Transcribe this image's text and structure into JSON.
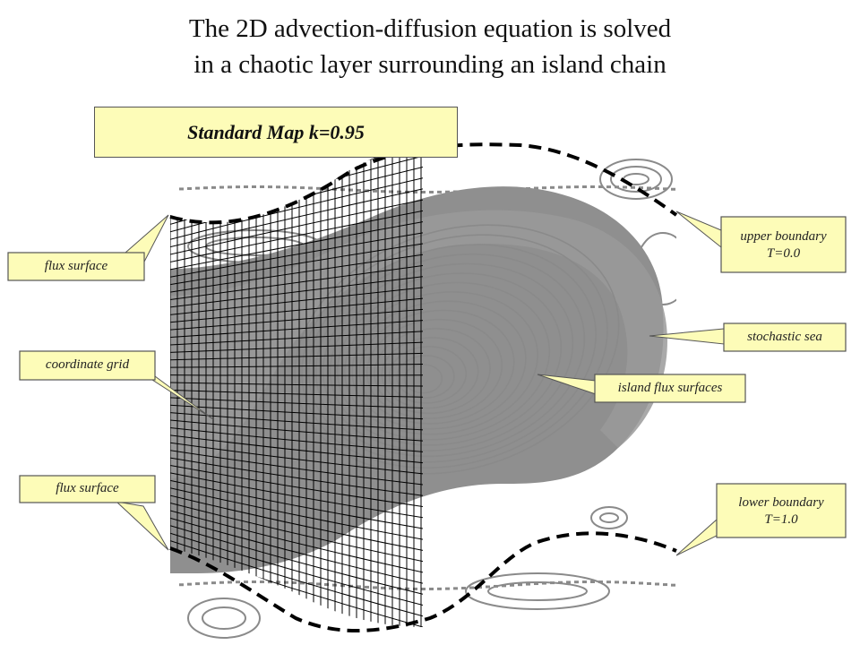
{
  "title": {
    "line1": "The 2D advection-diffusion equation is solved",
    "line2": "in a chaotic layer surrounding an island chain"
  },
  "map_label": "Standard Map k=0.95",
  "callouts": {
    "flux_surface_top": "flux surface",
    "coordinate_grid": "coordinate grid",
    "flux_surface_bottom": "flux surface",
    "upper_boundary_line1": "upper boundary",
    "upper_boundary_line2": "T=0.0",
    "stochastic_sea": "stochastic sea",
    "island_flux_surfaces": "island flux surfaces",
    "lower_boundary_line1": "lower boundary",
    "lower_boundary_line2": "T=1.0"
  },
  "colors": {
    "callout_fill": "#fdfcb8",
    "plot_gray": "#8a8a8a",
    "grid_black": "#000000"
  }
}
